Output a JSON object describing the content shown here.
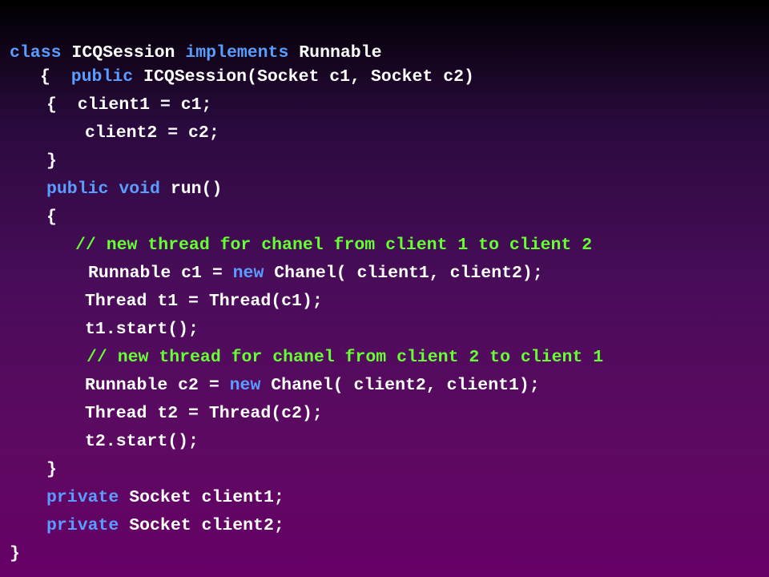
{
  "colors": {
    "text": "#ffffff",
    "keyword": "#5a9dff",
    "comment": "#66ff33"
  },
  "code": [
    [
      {
        "t": "class",
        "s": "k"
      },
      {
        "t": " ICQSession ",
        "s": "w"
      },
      {
        "t": "implements",
        "s": "k"
      },
      {
        "t": " Runnable",
        "s": "w"
      }
    ],
    [
      {
        "t": "{  ",
        "s": "w"
      },
      {
        "t": "public",
        "s": "k"
      },
      {
        "t": " ICQSession(Socket c1, Socket c2)",
        "s": "w"
      }
    ],
    [
      {
        "t": "{  client1 = c1;",
        "s": "w"
      }
    ],
    [
      {
        "t": "client2 = c2;",
        "s": "w"
      }
    ],
    [
      {
        "t": "}",
        "s": "w"
      }
    ],
    [
      {
        "t": "public",
        "s": "k"
      },
      {
        "t": " ",
        "s": "w"
      },
      {
        "t": "void",
        "s": "k"
      },
      {
        "t": " run()",
        "s": "w"
      }
    ],
    [
      {
        "t": "{",
        "s": "w"
      }
    ],
    [
      {
        "t": "// new thread for chanel from client 1 to client 2",
        "s": "c"
      }
    ],
    [
      {
        "t": "Runnable c1 = ",
        "s": "w"
      },
      {
        "t": "new",
        "s": "k"
      },
      {
        "t": " Chanel( client1, client2);",
        "s": "w"
      }
    ],
    [
      {
        "t": "Thread t1 = Thread(c1);",
        "s": "w"
      }
    ],
    [
      {
        "t": "t1.start();",
        "s": "w"
      }
    ],
    [
      {
        "t": "// new thread for chanel from client 2 to client 1",
        "s": "c"
      }
    ],
    [
      {
        "t": "Runnable c2 = ",
        "s": "w"
      },
      {
        "t": "new",
        "s": "k"
      },
      {
        "t": " Chanel( client2, client1);",
        "s": "w"
      }
    ],
    [
      {
        "t": "Thread t2 = Thread(c2);",
        "s": "w"
      }
    ],
    [
      {
        "t": "t2.start();",
        "s": "w"
      }
    ],
    [
      {
        "t": "}",
        "s": "w"
      }
    ],
    [
      {
        "t": "private",
        "s": "k"
      },
      {
        "t": " Socket client1;",
        "s": "w"
      }
    ],
    [
      {
        "t": "private",
        "s": "k"
      },
      {
        "t": " Socket client2;",
        "s": "w"
      }
    ],
    [
      {
        "t": "}",
        "s": "w"
      }
    ]
  ]
}
